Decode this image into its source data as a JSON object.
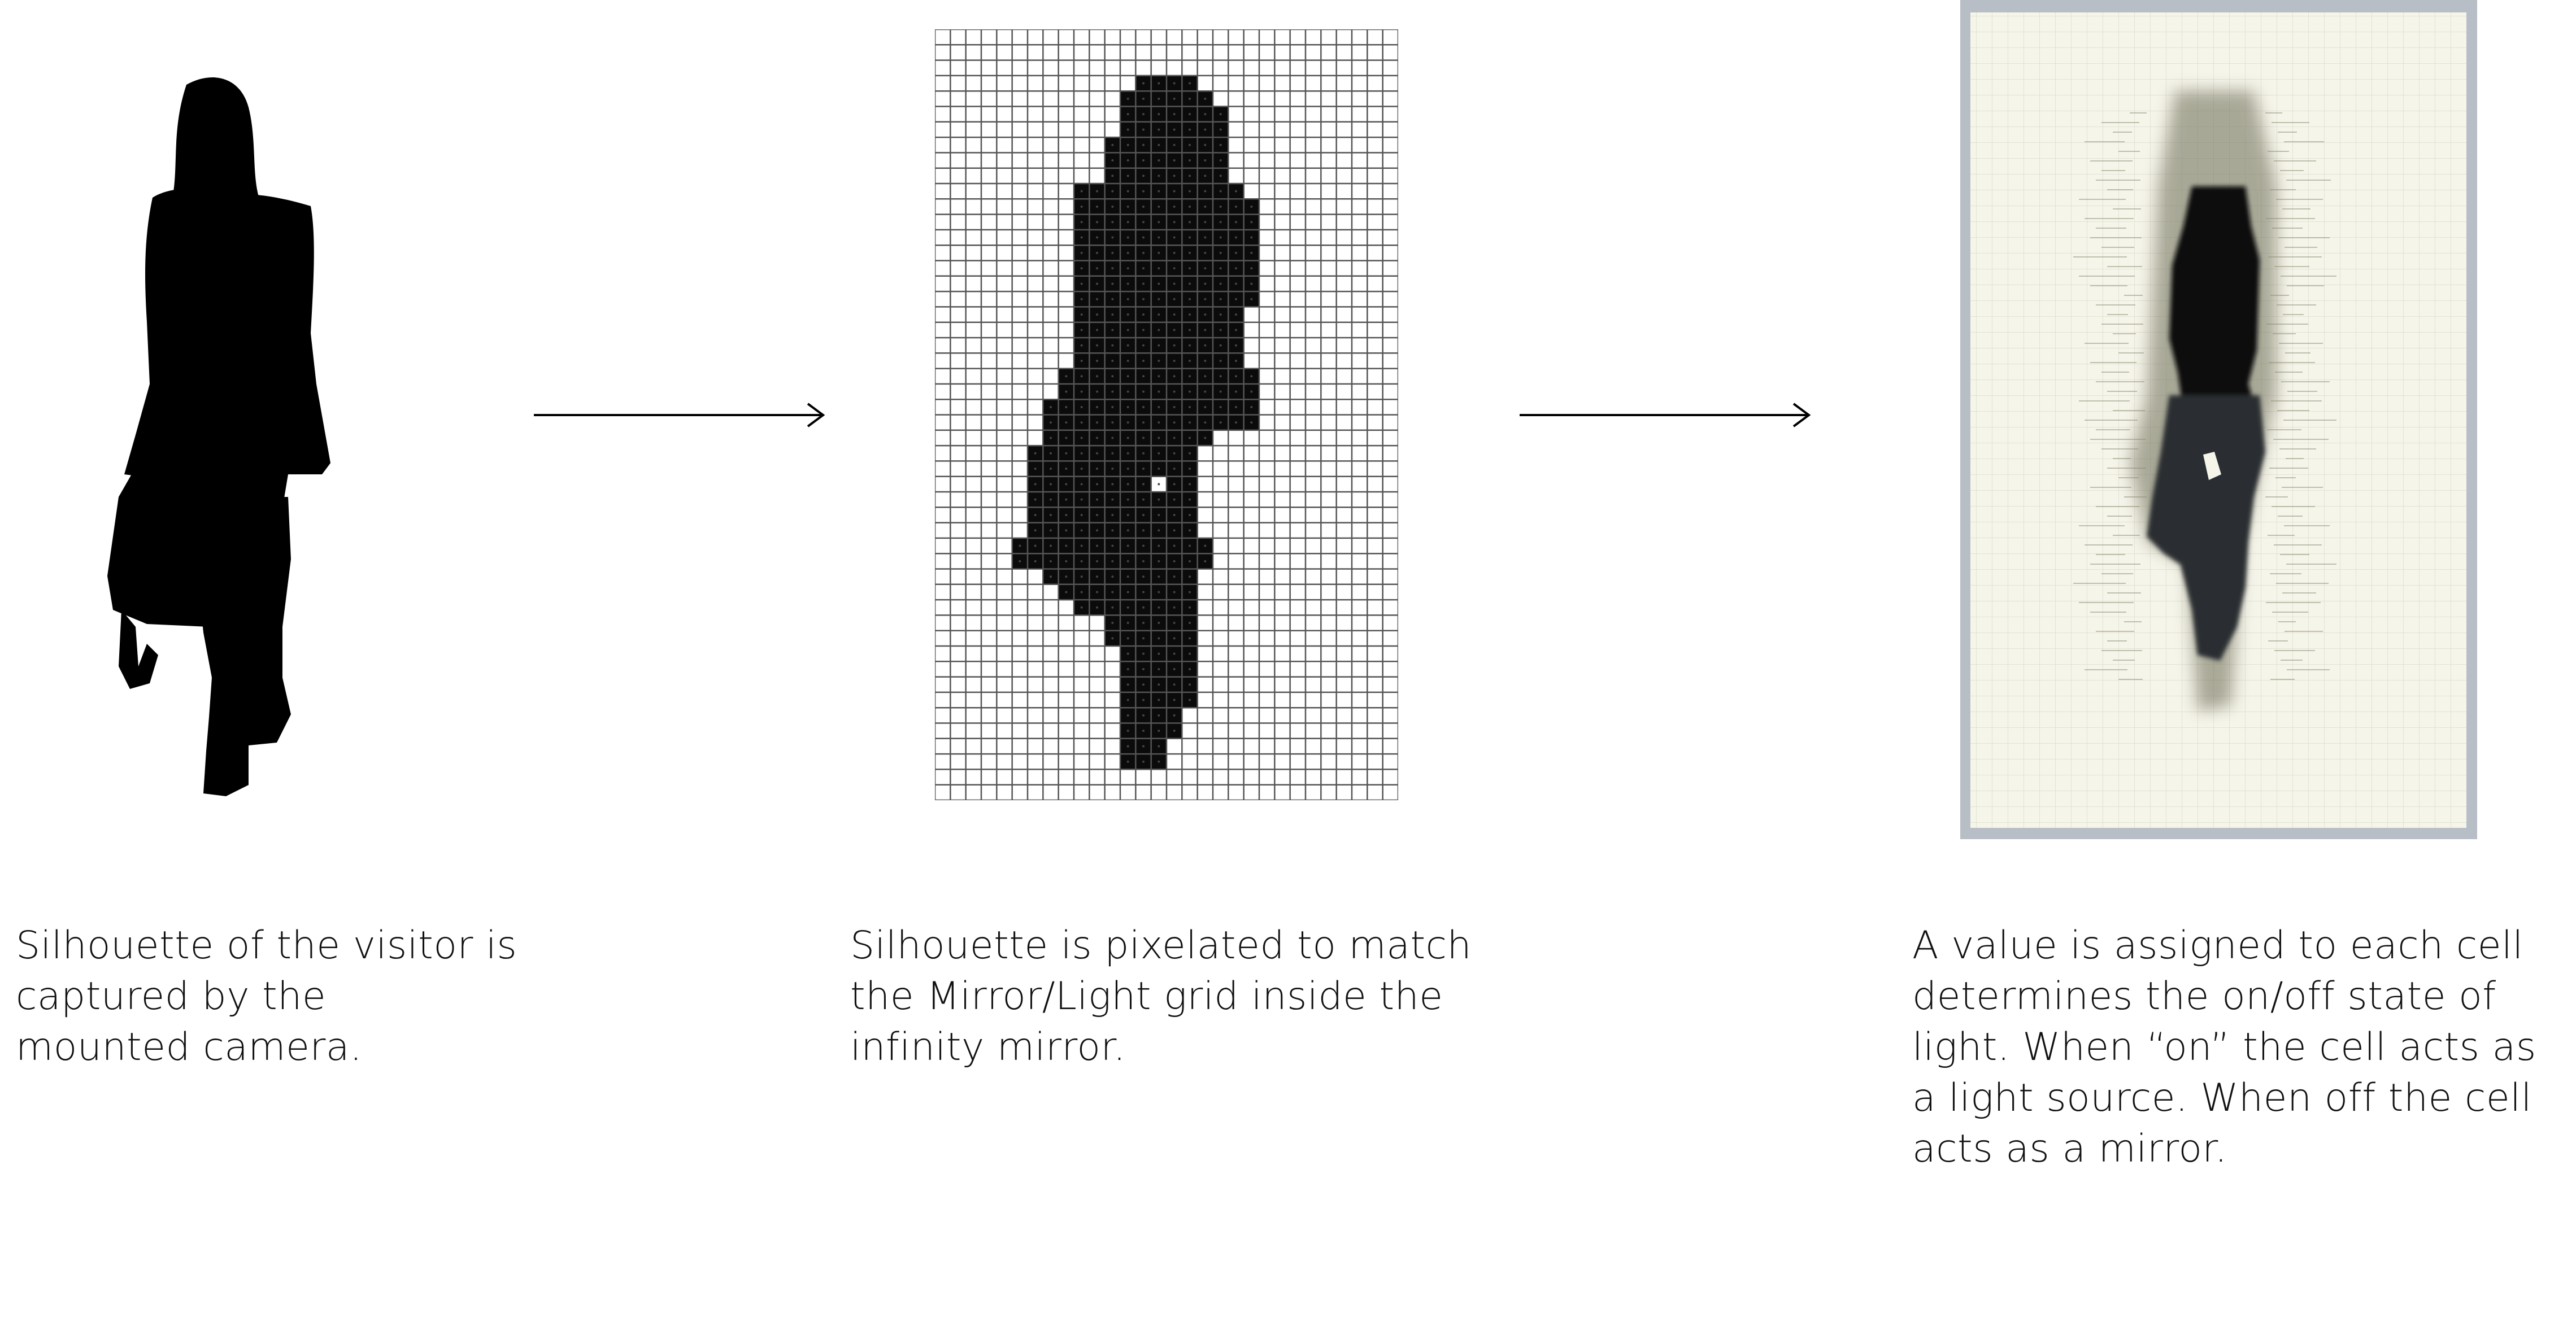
{
  "steps": [
    {
      "image": "visitor-silhouette",
      "caption_lines": [
        "Silhouette of the visitor is",
        "captured by the",
        "mounted camera."
      ]
    },
    {
      "image": "pixelated-silhouette-grid",
      "caption_lines": [
        "Silhouette is pixelated to match",
        "the Mirror/Light grid inside the",
        "infinity mirror."
      ]
    },
    {
      "image": "infinity-mirror-render",
      "caption_lines": [
        "A value is assigned to each cell",
        "determines the on/off state of",
        "light. When “on” the cell acts as",
        "a light source. When off the cell",
        "acts as a mirror."
      ]
    }
  ],
  "arrows": [
    "arrow-right",
    "arrow-right"
  ],
  "colors": {
    "silhouette": "#000000",
    "grid_line": "#555555",
    "pixel_fill": "#0b0b0b",
    "frame": "#b8bec6",
    "mirror_bg": "#f6f5ea",
    "caption": "#111111"
  }
}
